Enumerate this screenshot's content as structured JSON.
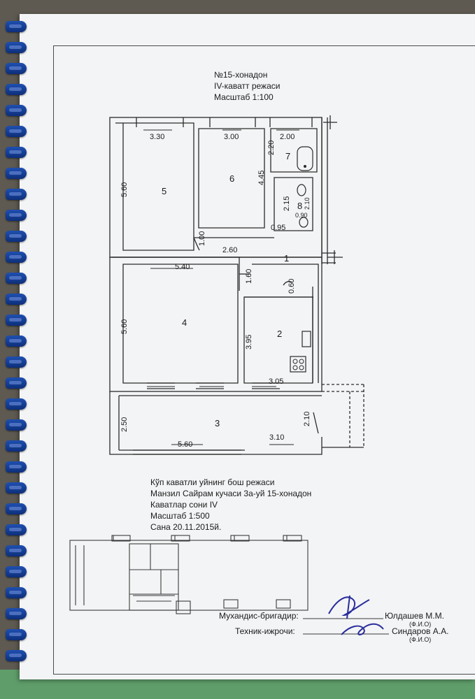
{
  "header": {
    "apartment": "№15-хонадон",
    "floor_plan": "IV-каватт режаси",
    "scale": "Масштаб 1:100"
  },
  "rooms": [
    "1",
    "2",
    "3",
    "4",
    "5",
    "6",
    "7",
    "8"
  ],
  "dimensions": {
    "d330": "3.30",
    "d300": "3.00",
    "d200": "2.00",
    "d220": "2.20",
    "d445": "4.45",
    "d560a": "5.60",
    "d215": "2.15",
    "d210a": "2.10",
    "d090": "0.90",
    "d095": "0.95",
    "d100": "1.00",
    "d260": "2.60",
    "d540": "5.40",
    "d160": "1.60",
    "d060": "0.60",
    "d560b": "5.60",
    "d395": "3.95",
    "d305": "3.05",
    "d250": "2.50",
    "d560c": "5.60",
    "d310": "3.10",
    "d210b": "2.10"
  },
  "info": {
    "line1": "Кўп каватли уйнинг бош режаси",
    "line2": "Манзил Сайрам  кучаси  3а-уй 15-хонадон",
    "line3": "Каватлар сони IV",
    "line4": "Масштаб 1:500",
    "line5": "Сана 20.11.2015й."
  },
  "signatures": {
    "engineer_label": "Мухандис-бригадир:",
    "engineer_name": "Юлдашев М.М.",
    "engineer_sub": "(Ф.И.О)",
    "technician_label": "Техник-ижрочи:",
    "technician_name": "Синдаров А.А.",
    "technician_sub": "(Ф.И.О)"
  },
  "colors": {
    "ink": "#1b1b1b",
    "signature": "#2a2e9a",
    "binder": "#1f4fb0"
  }
}
